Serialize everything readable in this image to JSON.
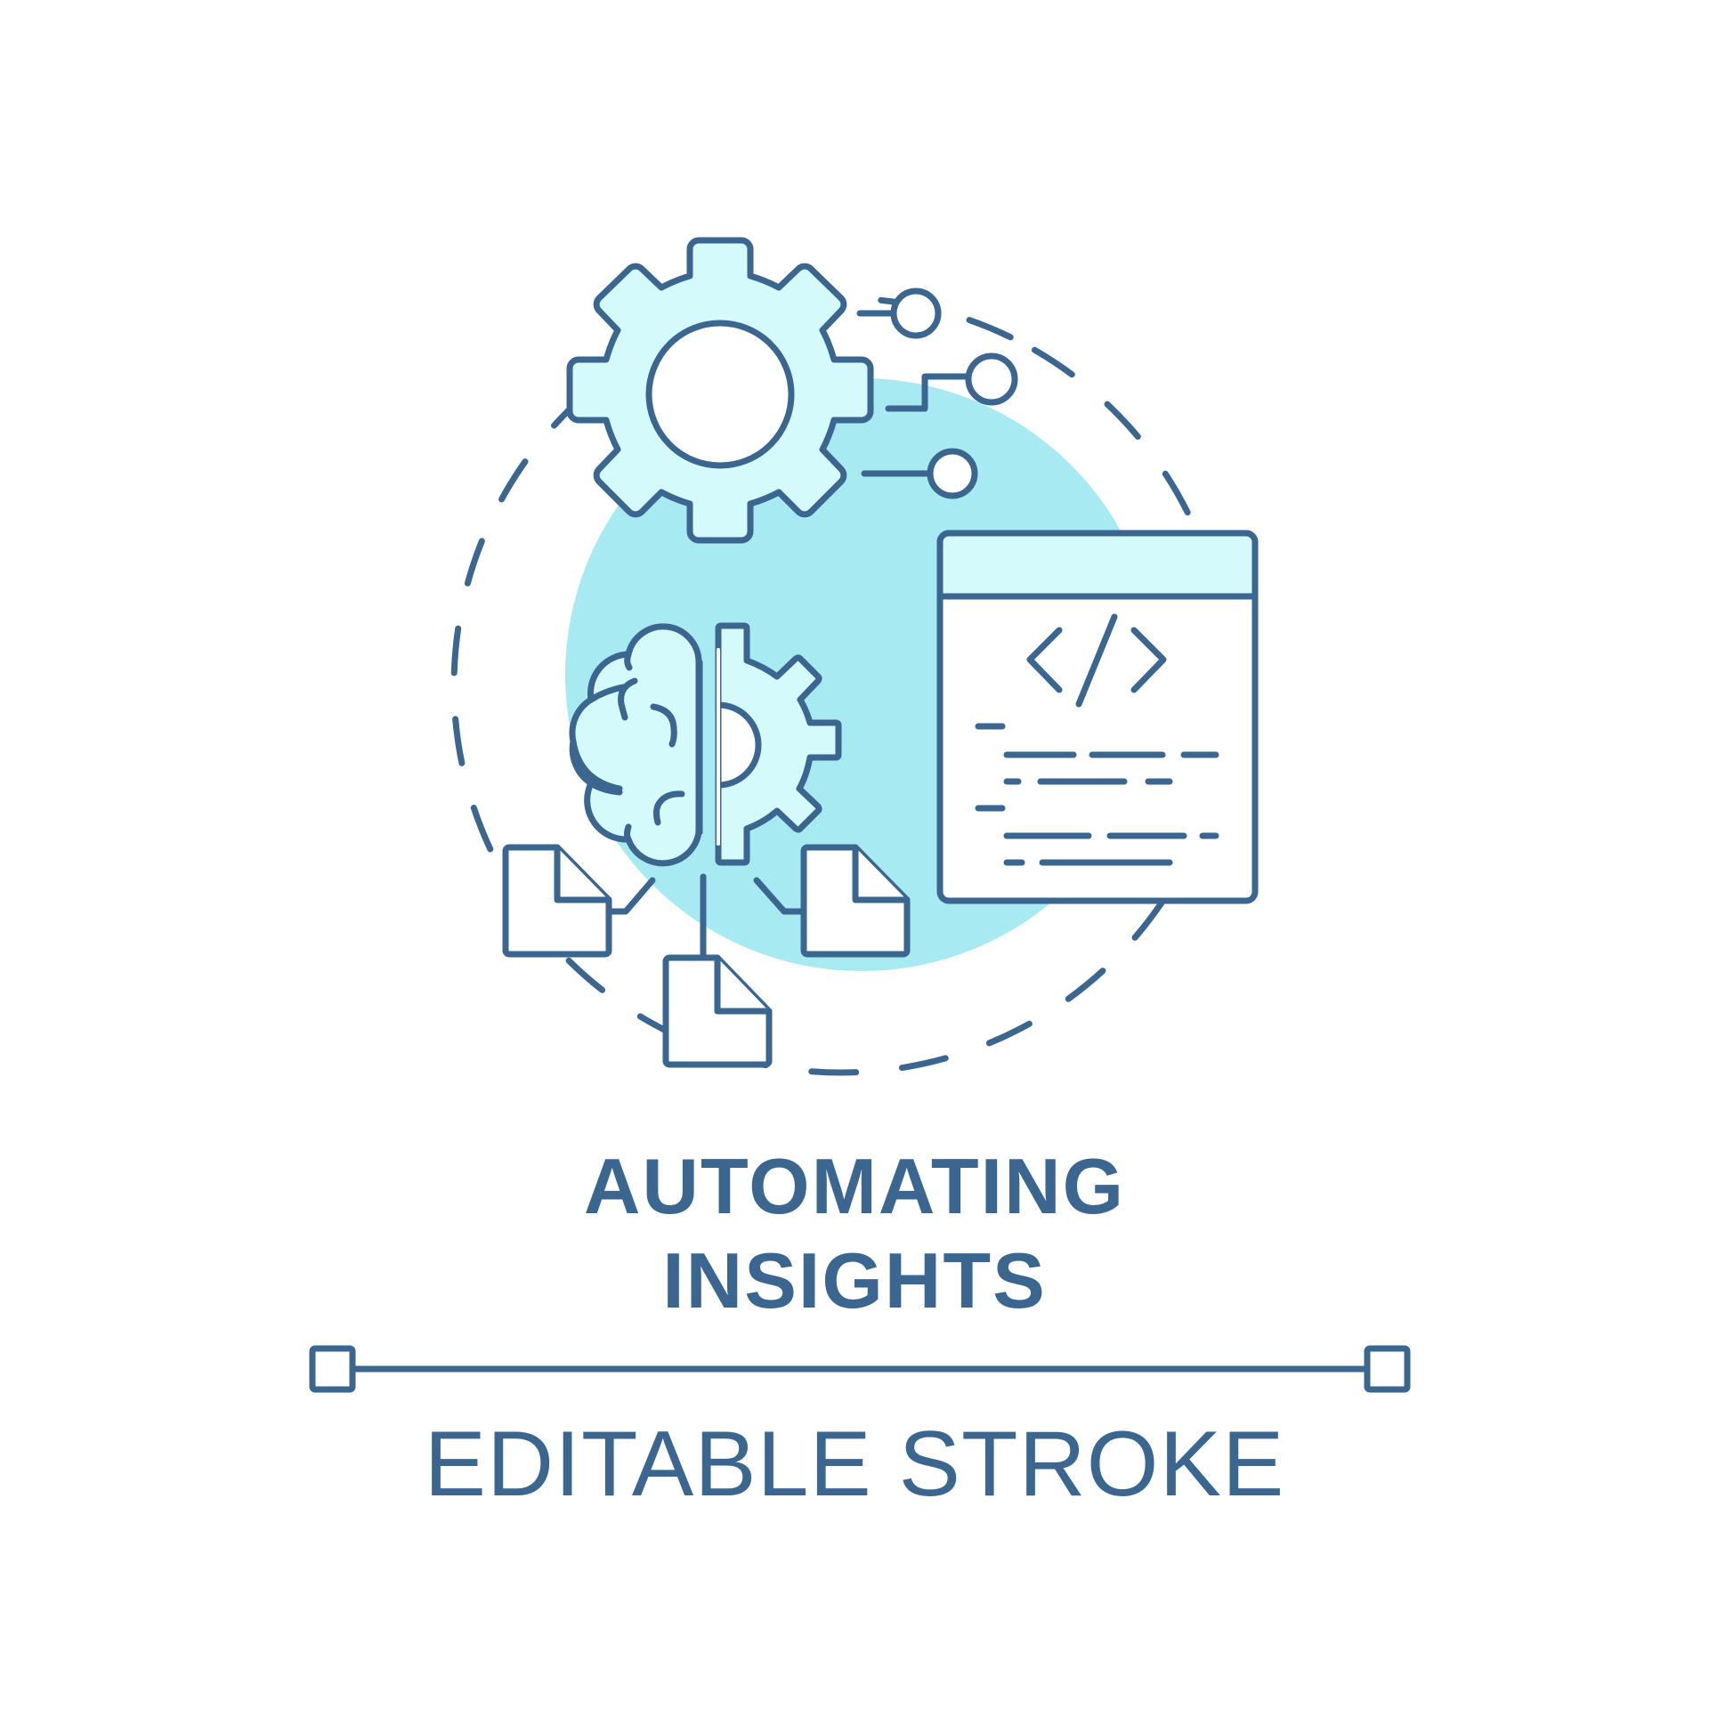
{
  "title": {
    "line1": "AUTOMATING",
    "line2": "INSIGHTS"
  },
  "caption": "EDITABLE STROKE",
  "icons": [
    "gear-icon",
    "brain-gear-icon",
    "code-window-icon",
    "document-icon",
    "connector-node-icon",
    "stroke-ruler-icon"
  ],
  "colors": {
    "stroke": "#3a6690",
    "accent_circle": "#a8eaf2",
    "light_fill": "#d4fafc",
    "background": "#ffffff"
  }
}
